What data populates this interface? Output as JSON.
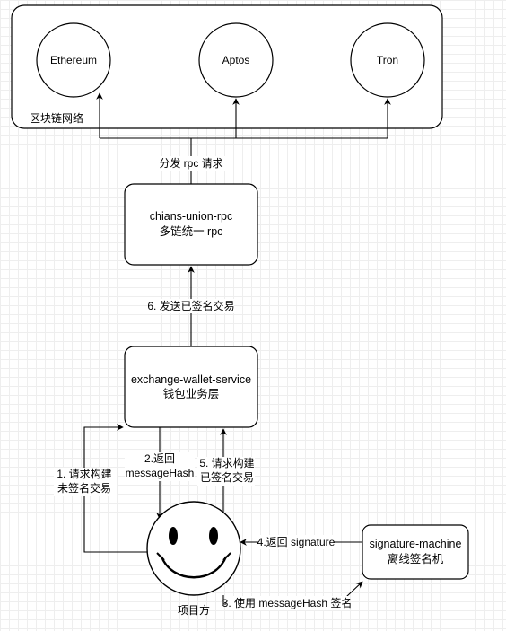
{
  "network": {
    "label": "区块链网络",
    "chains": [
      "Ethereum",
      "Aptos",
      "Tron"
    ]
  },
  "rpc_service": {
    "line1": "chians-union-rpc",
    "line2": "多链统一 rpc"
  },
  "wallet_service": {
    "line1": "exchange-wallet-service",
    "line2": "钱包业务层"
  },
  "signer": {
    "line1": "signature-machine",
    "line2": "离线签名机"
  },
  "actor": {
    "label": "项目方"
  },
  "edges": {
    "dispatch": "分发 rpc 请求",
    "step6": "6. 发送已签名交易",
    "step1": [
      "1. 请求构建",
      "未签名交易"
    ],
    "step2": [
      "2.返回",
      "messageHash"
    ],
    "step5": [
      "5. 请求构建",
      "已签名交易"
    ],
    "step4": "4.返回 signature",
    "step3": "3. 使用 messageHash 签名"
  }
}
